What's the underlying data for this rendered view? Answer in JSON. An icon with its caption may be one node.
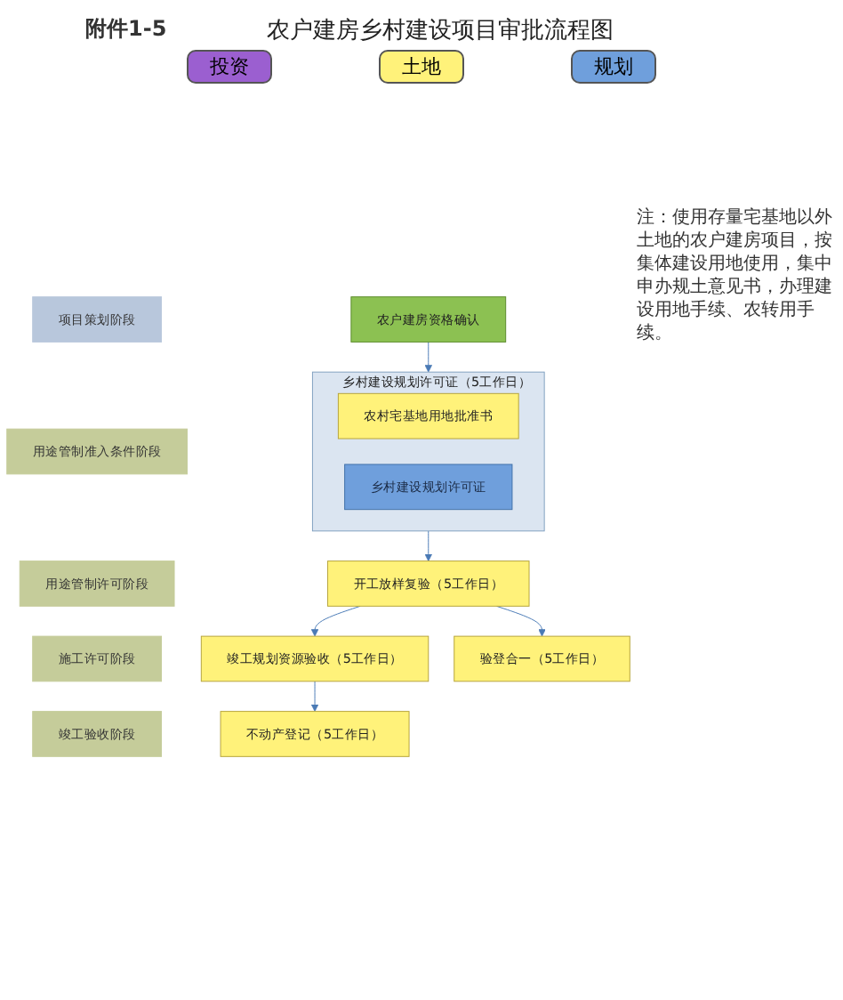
{
  "diagram": {
    "title": "农户建房乡村建设项目审批流程图",
    "nodes": [
      {
        "text": [
          "项目策划阶段"
        ]
      },
      {
        "text": [
          "农户建房资格确认"
        ]
      },
      {
        "text": [
          "用途管制准入条件阶段"
        ]
      },
      {
        "text": [
          "用途管制许可阶段"
        ]
      },
      {
        "text": [
          "乡村建设规划许可证（5工作日）"
        ]
      },
      {
        "text": [
          "农村宅基地用地批准书"
        ],
        "in": 4
      },
      {
        "text": [
          "乡村建设规划许可证"
        ],
        "in": 4
      },
      {
        "text": [
          "施工许可阶段"
        ]
      },
      {
        "text": [
          "开工放样复验（5工作日）"
        ]
      },
      {
        "text": [
          "竣工验收阶段"
        ]
      },
      {
        "text": [
          "竣工规划资源验收（5工作日）"
        ]
      },
      {
        "text": [
          "验登合一（5工作日）"
        ]
      },
      {
        "text": [
          "不动产登记（5工作日）"
        ]
      }
    ],
    "edges": [
      {
        "from": 1,
        "to": 4,
        "arrow": "to"
      },
      {
        "from": 4,
        "to": 8,
        "arrow": "to"
      },
      {
        "from": 8,
        "to": 10,
        "arrow": "to"
      },
      {
        "from": 8,
        "to": 11,
        "arrow": "to"
      },
      {
        "from": 10,
        "to": 12,
        "arrow": "to"
      }
    ],
    "labels": [
      "附件1-5",
      "注：使用存量宅基地以外土地的农户建房项目，按集体建设用地使用，集中申办规土意见书，办理建设用地手续、农转用手续。"
    ],
    "legend": [
      {
        "text": "投资",
        "color": "#9b5fd0"
      },
      {
        "text": "土地",
        "color": "#fff27a"
      },
      {
        "text": "规划",
        "color": "#6f9fdc"
      }
    ]
  }
}
